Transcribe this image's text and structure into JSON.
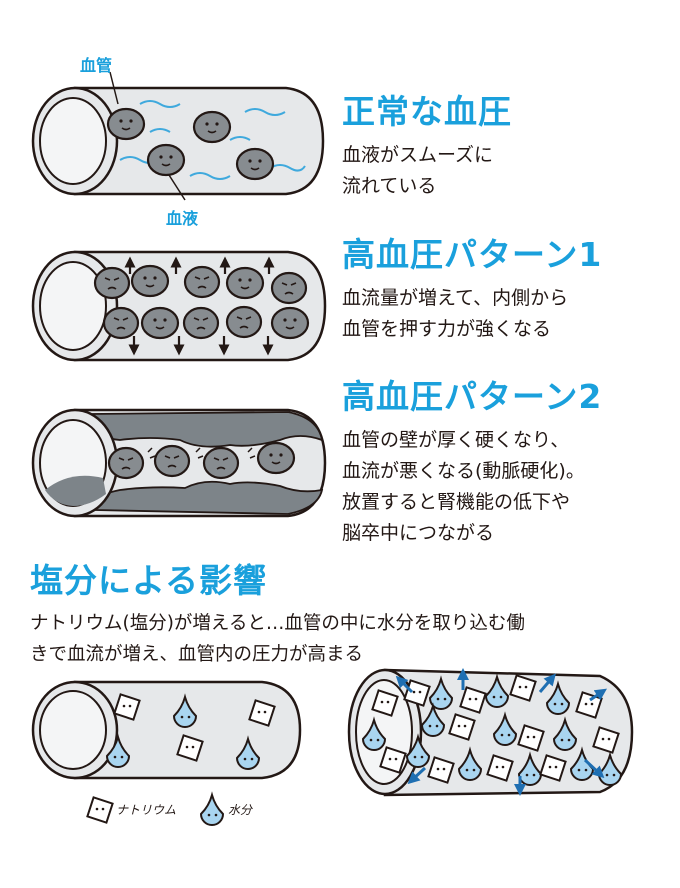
{
  "normal": {
    "title": "正常な血圧",
    "desc_lines": [
      "血液がスムーズに",
      "流れている"
    ],
    "label_vessel": "血管",
    "label_blood": "血液"
  },
  "pattern1": {
    "title": "高血圧パターン1",
    "desc_lines": [
      "血流量が増えて、内側から",
      "血管を押す力が強くなる"
    ]
  },
  "pattern2": {
    "title": "高血圧パターン2",
    "desc_lines": [
      "血管の壁が厚く硬くなり、",
      "血流が悪くなる(動脈硬化)。",
      "放置すると腎機能の低下や",
      "脳卒中につながる"
    ]
  },
  "salt": {
    "title": "塩分による影響",
    "desc_lines": [
      "ナトリウム(塩分)が増えると…血管の中に水分を取り込む働",
      "きで血流が増え、血管内の圧力が高まる"
    ],
    "legend_sodium": "ナトリウム",
    "legend_water": "水分"
  },
  "colors": {
    "accent": "#1aa0dc",
    "vessel": "#e6e8ea",
    "wall": "#7d8489",
    "cell": "#878c90",
    "water": "#a9d5f0",
    "outline": "#231815"
  }
}
